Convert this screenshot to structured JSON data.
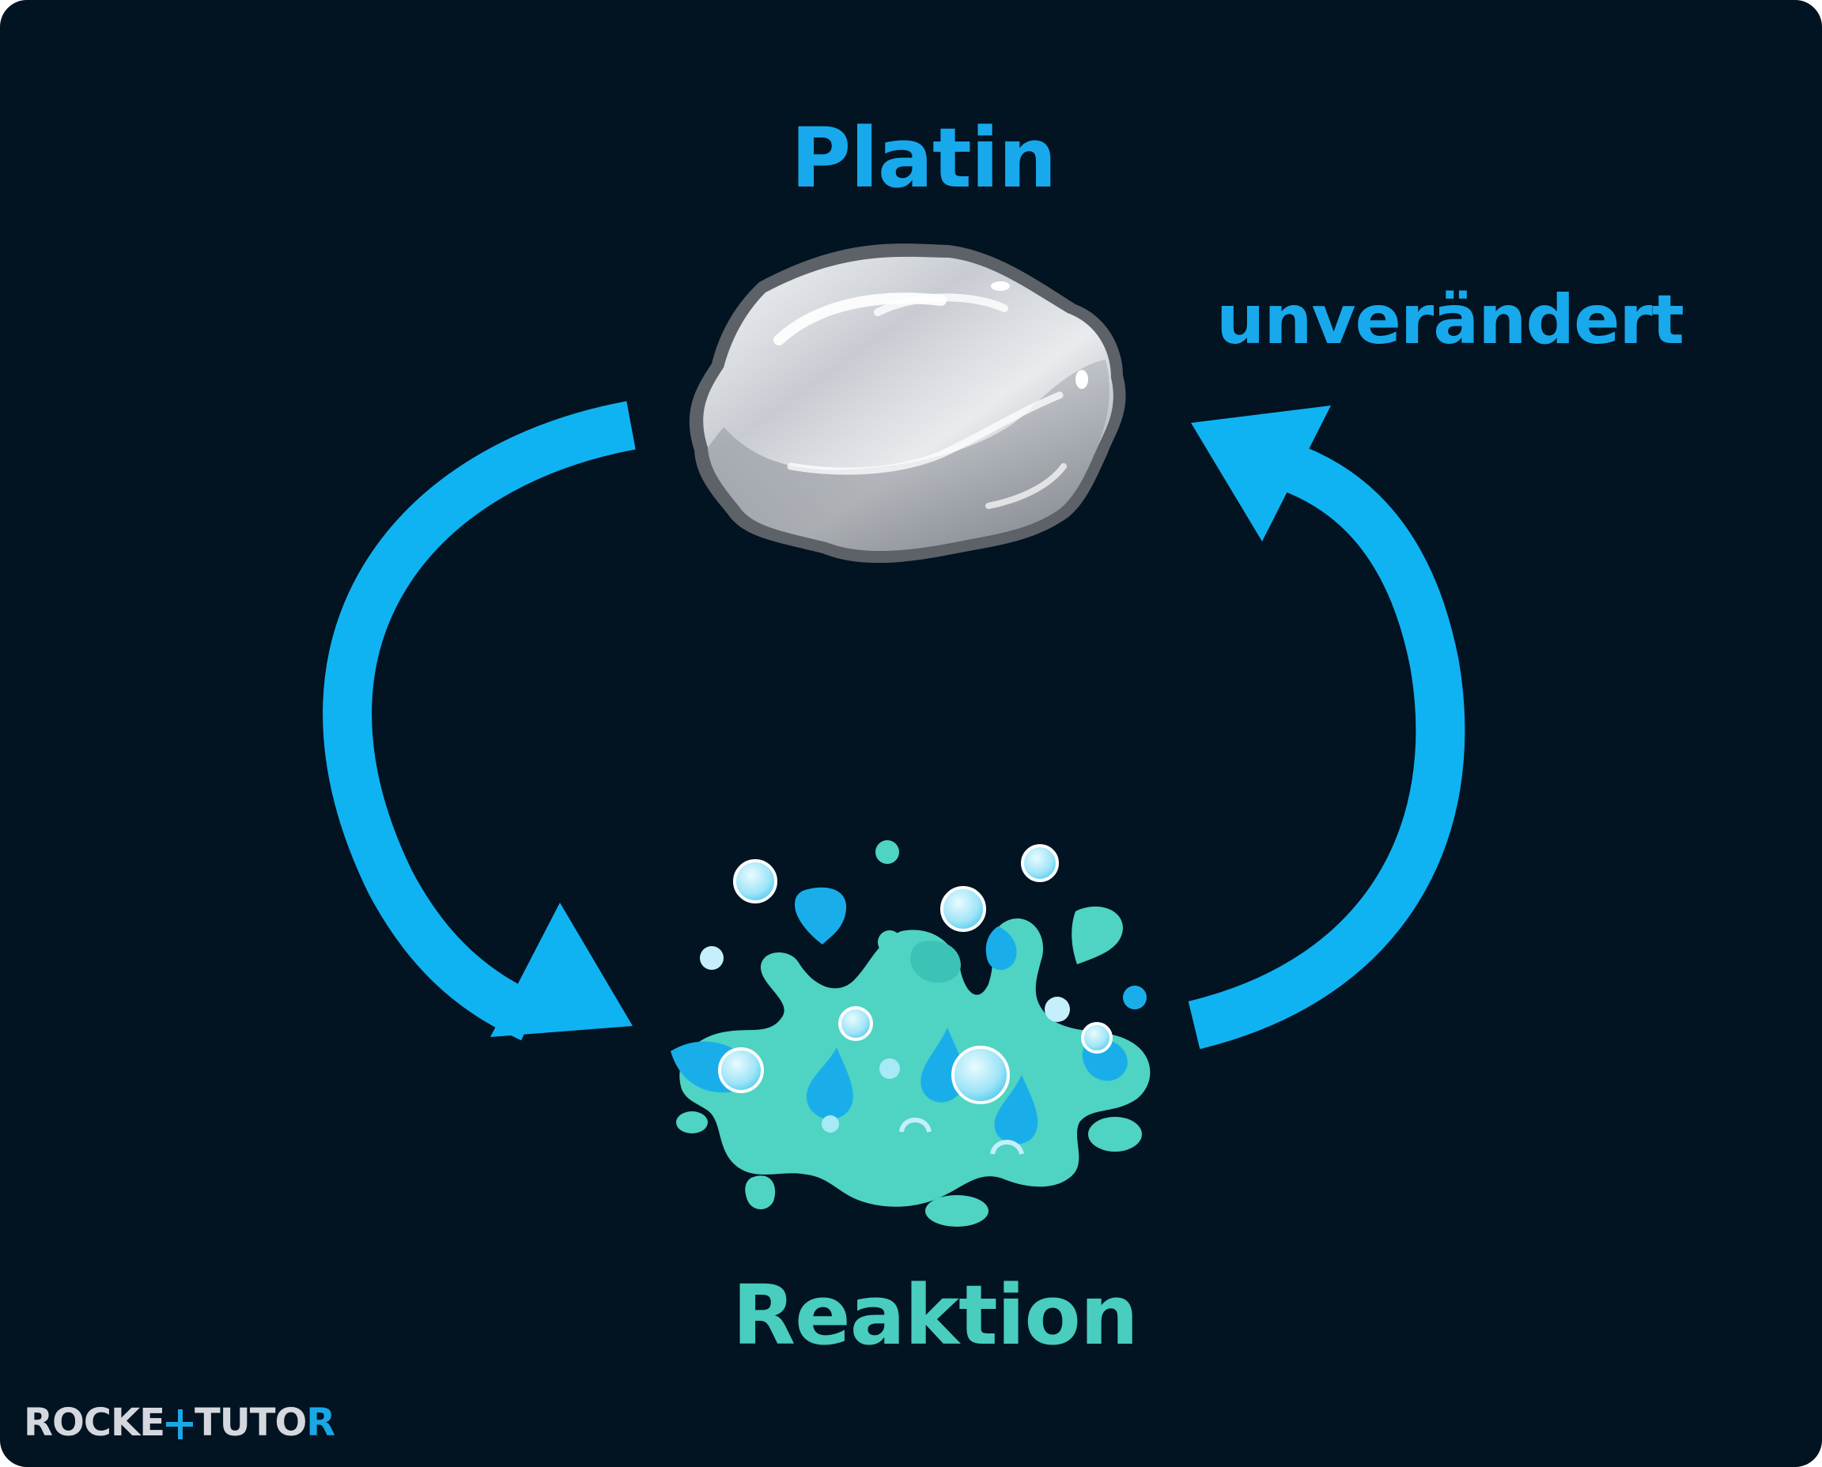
{
  "diagram": {
    "labels": {
      "top": "Platin",
      "right": "unverändert",
      "bottom": "Reaktion"
    },
    "icons": {
      "catalyst": "platinum-nugget-icon",
      "reaction": "liquid-splash-bubbles-icon"
    },
    "arrows": {
      "left": "arrow-down-right-curved",
      "right": "arrow-up-left-curved"
    }
  },
  "branding": {
    "left": "ROCKE",
    "right": "TUTO",
    "last_letter": "R"
  },
  "colors": {
    "background": "#021322",
    "arrow": "#10b3f2",
    "label_primary": "#18a9ec",
    "label_reaction": "#48cdbf",
    "splash_teal": "#4fd3c2",
    "splash_blue": "#19aeea",
    "metal": "#b8bcc3",
    "brand_text": "#d4d8de",
    "brand_accent": "#1aa7e6"
  }
}
